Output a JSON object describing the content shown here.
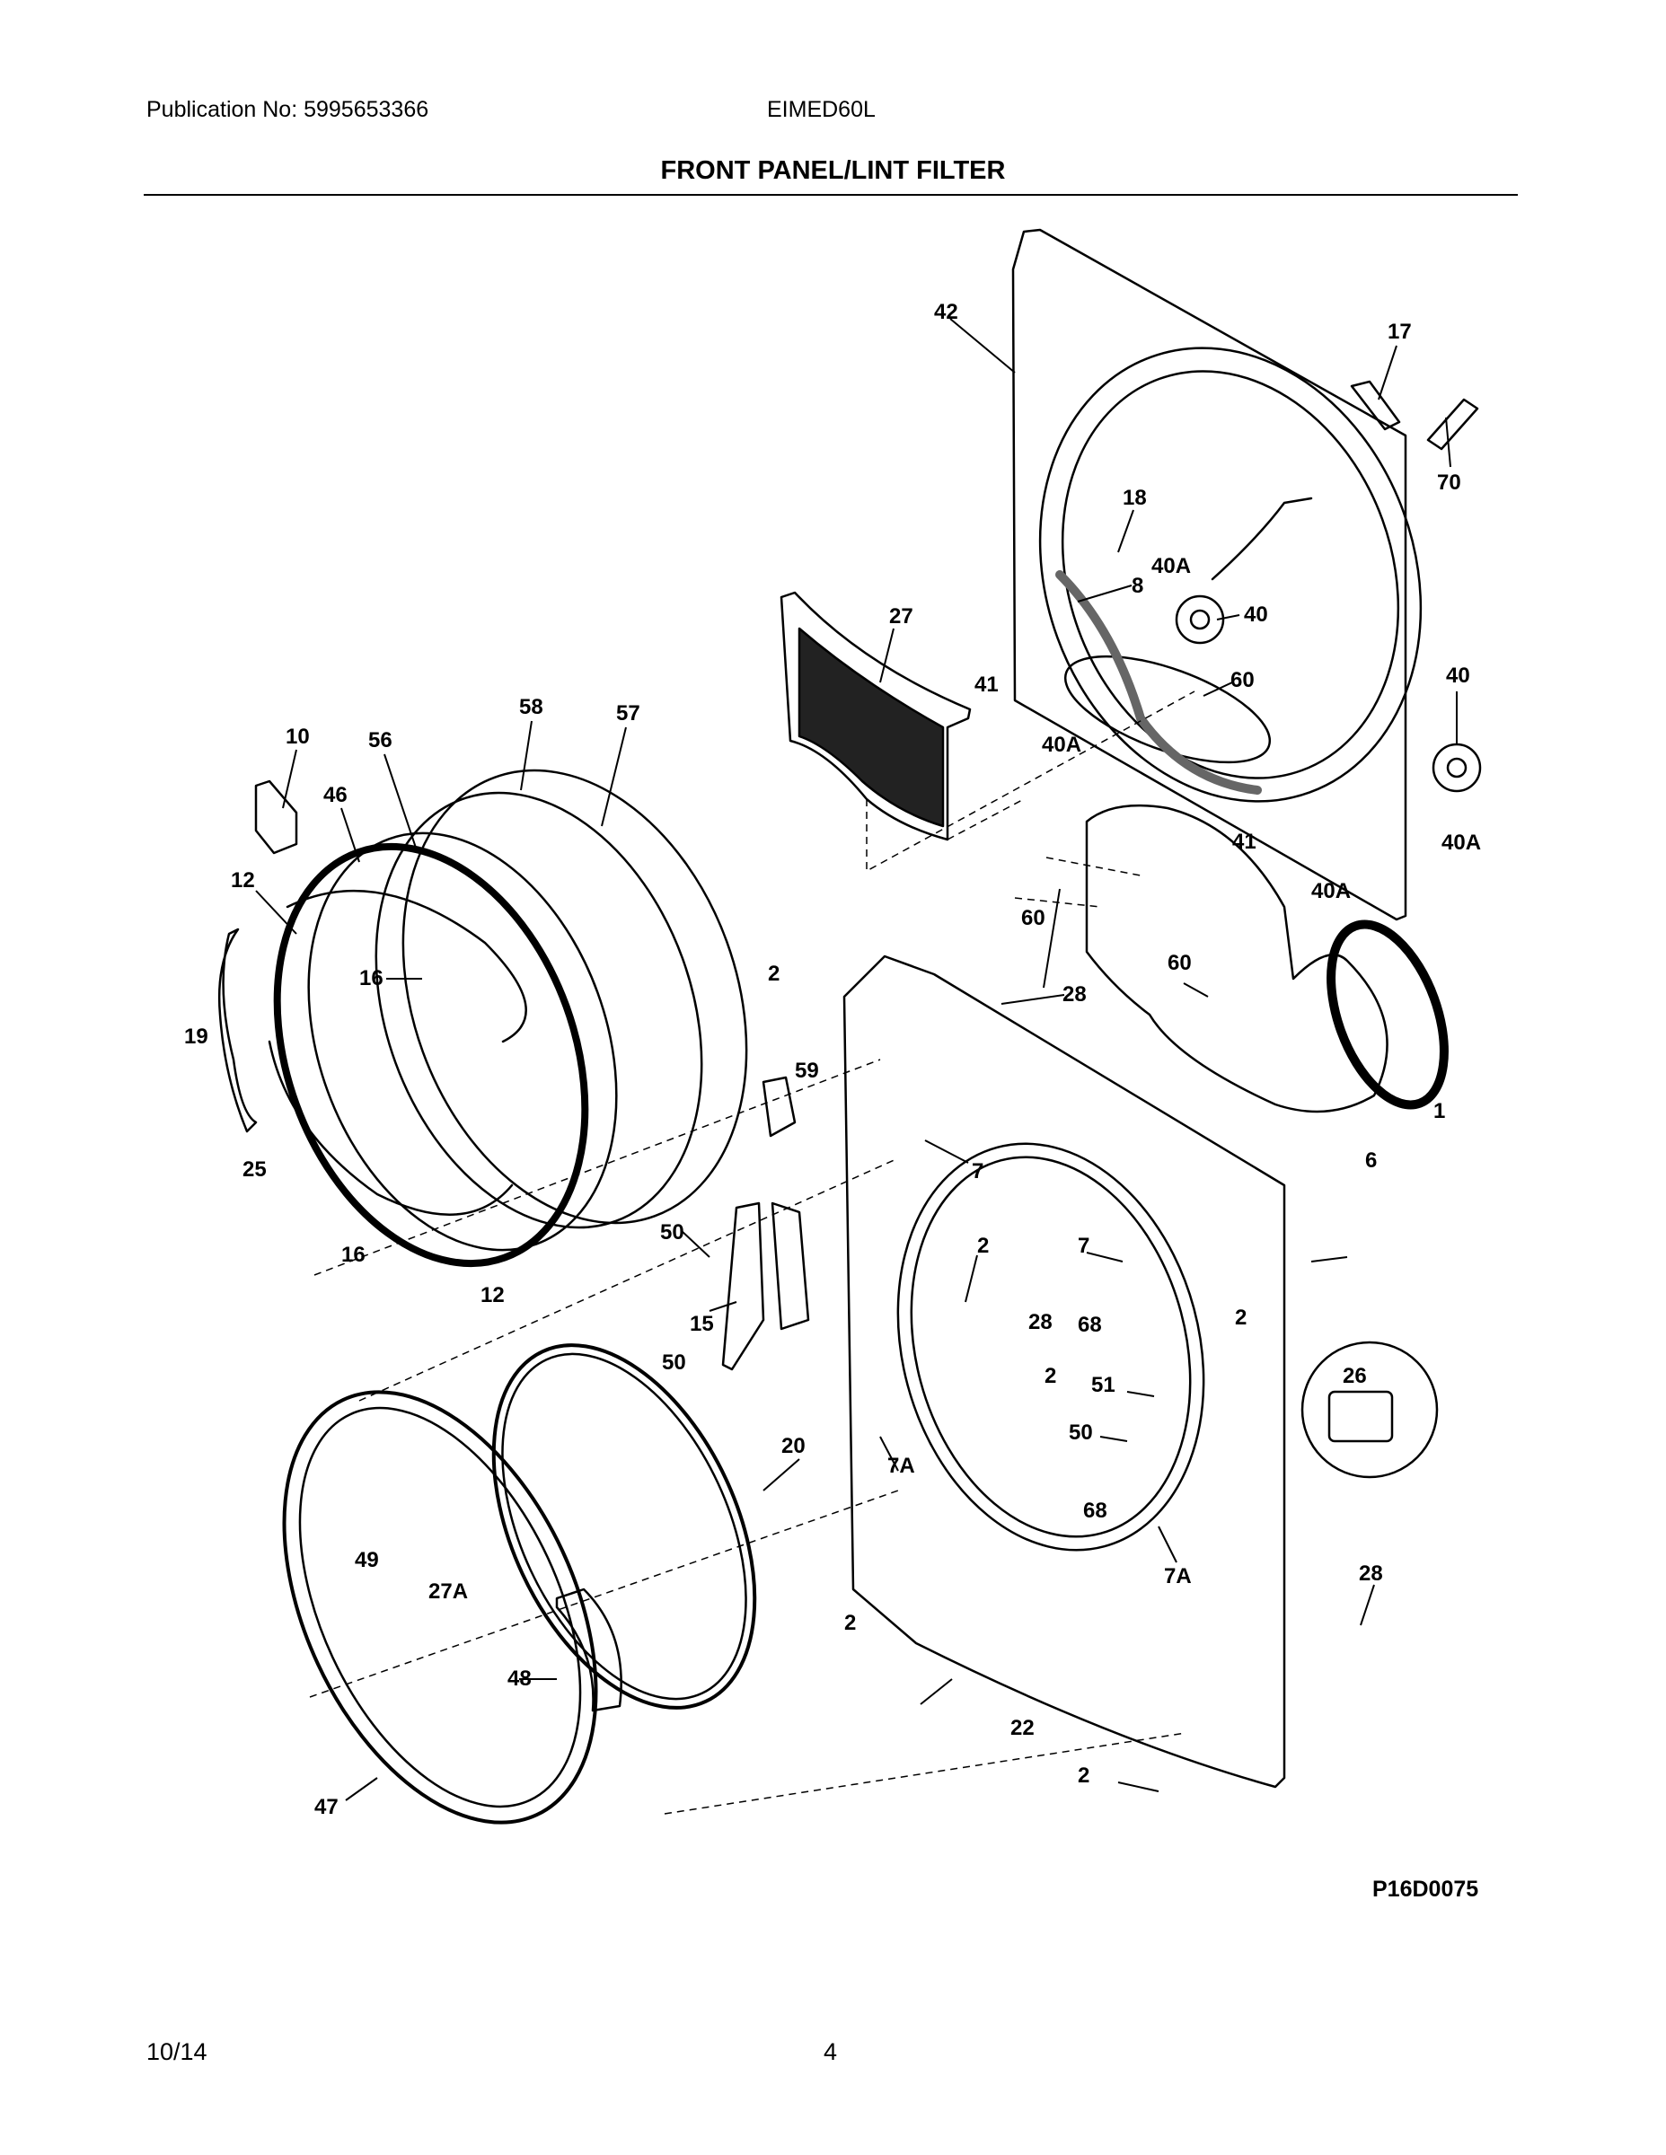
{
  "header": {
    "publication": "Publication No: 5995653366",
    "model": "EIMED60L",
    "title": "FRONT PANEL/LINT FILTER"
  },
  "diagram": {
    "code": "P16D0075",
    "callouts": [
      "42",
      "17",
      "70",
      "18",
      "40A",
      "8",
      "40",
      "27",
      "41",
      "40A",
      "60",
      "40",
      "10",
      "58",
      "57",
      "56",
      "46",
      "12",
      "16",
      "19",
      "25",
      "2",
      "59",
      "28",
      "60",
      "41",
      "40A",
      "40A",
      "60",
      "1",
      "6",
      "7",
      "16",
      "12",
      "50",
      "15",
      "50",
      "2",
      "7",
      "2",
      "28",
      "68",
      "2",
      "51",
      "50",
      "7A",
      "68",
      "7A",
      "26",
      "28",
      "20",
      "49",
      "27A",
      "48",
      "47",
      "2",
      "22",
      "28",
      "2"
    ]
  },
  "footer": {
    "date": "10/14",
    "page": "4"
  }
}
